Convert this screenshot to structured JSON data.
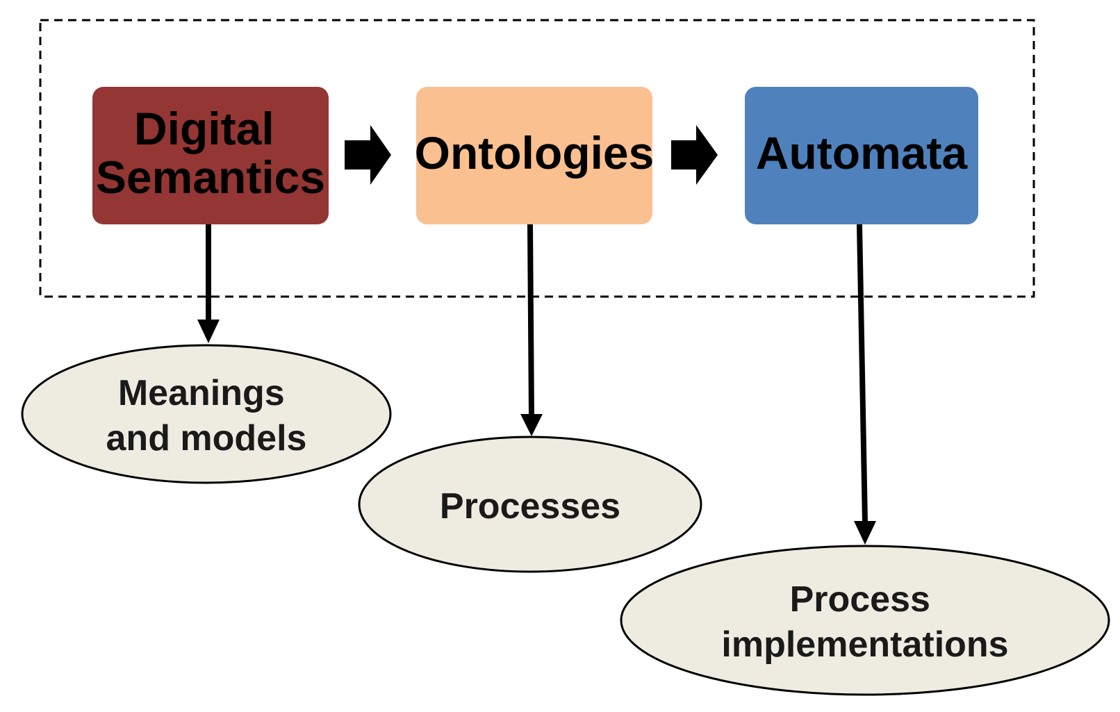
{
  "boxes": [
    {
      "id": "digital-semantics",
      "lines": [
        "Digital",
        "Semantics"
      ],
      "fill": "#943634"
    },
    {
      "id": "ontologies",
      "lines": [
        "Ontologies"
      ],
      "fill": "#fac090"
    },
    {
      "id": "automata",
      "lines": [
        "Automata"
      ],
      "fill": "#4f81bd"
    }
  ],
  "outcomes": [
    {
      "id": "meanings-and-models",
      "lines": [
        "Meanings",
        "and models"
      ]
    },
    {
      "id": "processes",
      "lines": [
        "Processes"
      ]
    },
    {
      "id": "process-implementations",
      "lines": [
        "Process",
        "implementations"
      ]
    }
  ],
  "colors": {
    "ellipse_fill": "#eeece1",
    "stroke": "#000000",
    "dashed_border": "#000000"
  }
}
